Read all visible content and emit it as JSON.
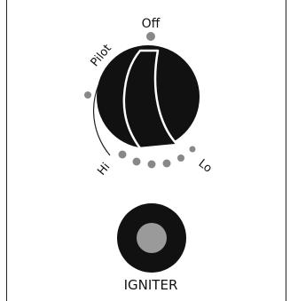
{
  "knob": {
    "labels": {
      "off": "Off",
      "pilot": "Pilot",
      "hi": "Hi",
      "lo": "Lo"
    }
  },
  "igniter": {
    "label": "IGNITER"
  },
  "colors": {
    "knob": "#111111",
    "dot": "#888888",
    "button_inner": "#9a9a9a"
  }
}
